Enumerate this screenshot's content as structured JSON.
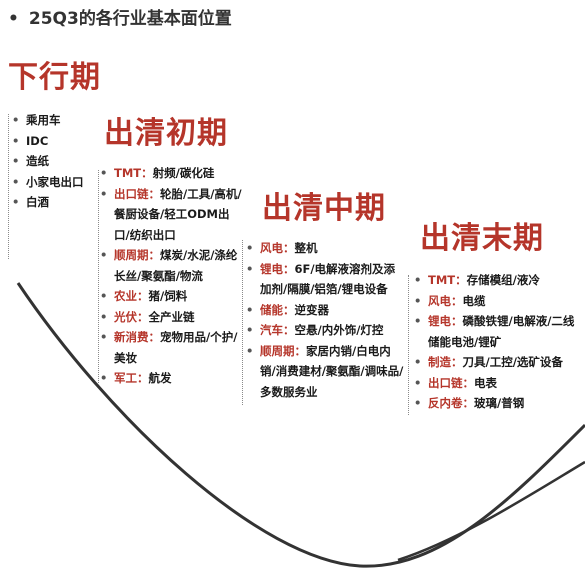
{
  "title": "25Q3的各行业基本面位置",
  "accent_color": "#b5352a",
  "stages": [
    {
      "name": "下行期",
      "items": [
        {
          "text": "乘用车"
        },
        {
          "text": "IDC"
        },
        {
          "text": "造纸"
        },
        {
          "text": "小家电出口"
        },
        {
          "text": "白酒"
        }
      ]
    },
    {
      "name": "出清初期",
      "items": [
        {
          "cat": "TMT：",
          "text": "射频/碳化硅"
        },
        {
          "cat": "出口链：",
          "text": "轮胎/工具/高机/餐厨设备/轻工ODM出口/纺织出口"
        },
        {
          "cat": "顺周期：",
          "text": "煤炭/水泥/涤纶长丝/聚氨酯/物流"
        },
        {
          "cat": "农业：",
          "text": "猪/饲料"
        },
        {
          "cat": "光伏：",
          "text": "全产业链"
        },
        {
          "cat": "新消费：",
          "text": "宠物用品/个护/美妆"
        },
        {
          "cat": "军工：",
          "text": "航发"
        }
      ]
    },
    {
      "name": "出清中期",
      "items": [
        {
          "cat": "风电：",
          "text": "整机"
        },
        {
          "cat": "锂电：",
          "text": "6F/电解液溶剂及添加剂/隔膜/铝箔/锂电设备"
        },
        {
          "cat": "储能：",
          "text": "逆变器"
        },
        {
          "cat": "汽车：",
          "text": "空悬/内外饰/灯控"
        },
        {
          "cat": "顺周期：",
          "text": "家居内销/白电内销/消费建材/聚氨酯/调味品/多数服务业"
        }
      ]
    },
    {
      "name": "出清末期",
      "items": [
        {
          "cat": "TMT：",
          "text": "存储模组/液冷"
        },
        {
          "cat": "风电：",
          "text": "电缆"
        },
        {
          "cat": "锂电：",
          "text": "磷酸铁锂/电解液/二线储能电池/锂矿"
        },
        {
          "cat": "制造：",
          "text": "刀具/工控/选矿设备"
        },
        {
          "cat": "出口链：",
          "text": "电表"
        },
        {
          "cat": "反内卷：",
          "text": "玻璃/普钢"
        }
      ]
    }
  ]
}
